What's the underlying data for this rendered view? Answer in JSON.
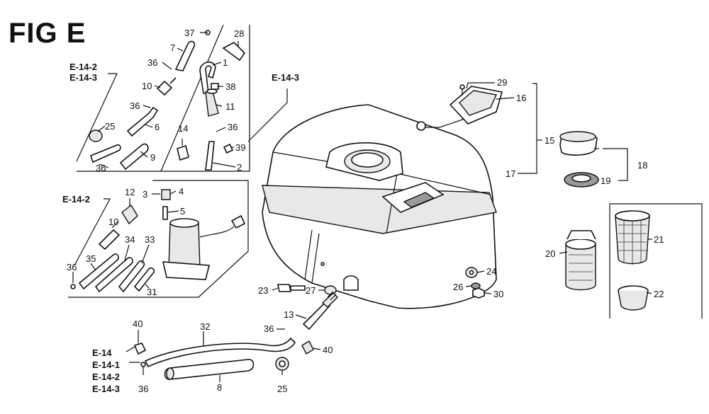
{
  "figure": {
    "title": "FIG E"
  },
  "section_refs": [
    "E-14-2",
    "E-14-3",
    "E-14-3",
    "E-14-2",
    "E-14",
    "E-14-1",
    "E-14-2",
    "E-14-3"
  ],
  "callouts": [
    "37",
    "28",
    "7",
    "36",
    "1",
    "10",
    "38",
    "36",
    "11",
    "36",
    "25",
    "6",
    "14",
    "39",
    "36",
    "9",
    "2",
    "12",
    "3",
    "4",
    "10",
    "5",
    "34",
    "33",
    "35",
    "36",
    "31",
    "29",
    "16",
    "15",
    "18",
    "19",
    "17",
    "21",
    "20",
    "22",
    "24",
    "23",
    "27",
    "26",
    "30",
    "13",
    "36",
    "40",
    "32",
    "40",
    "8",
    "36",
    "25"
  ]
}
